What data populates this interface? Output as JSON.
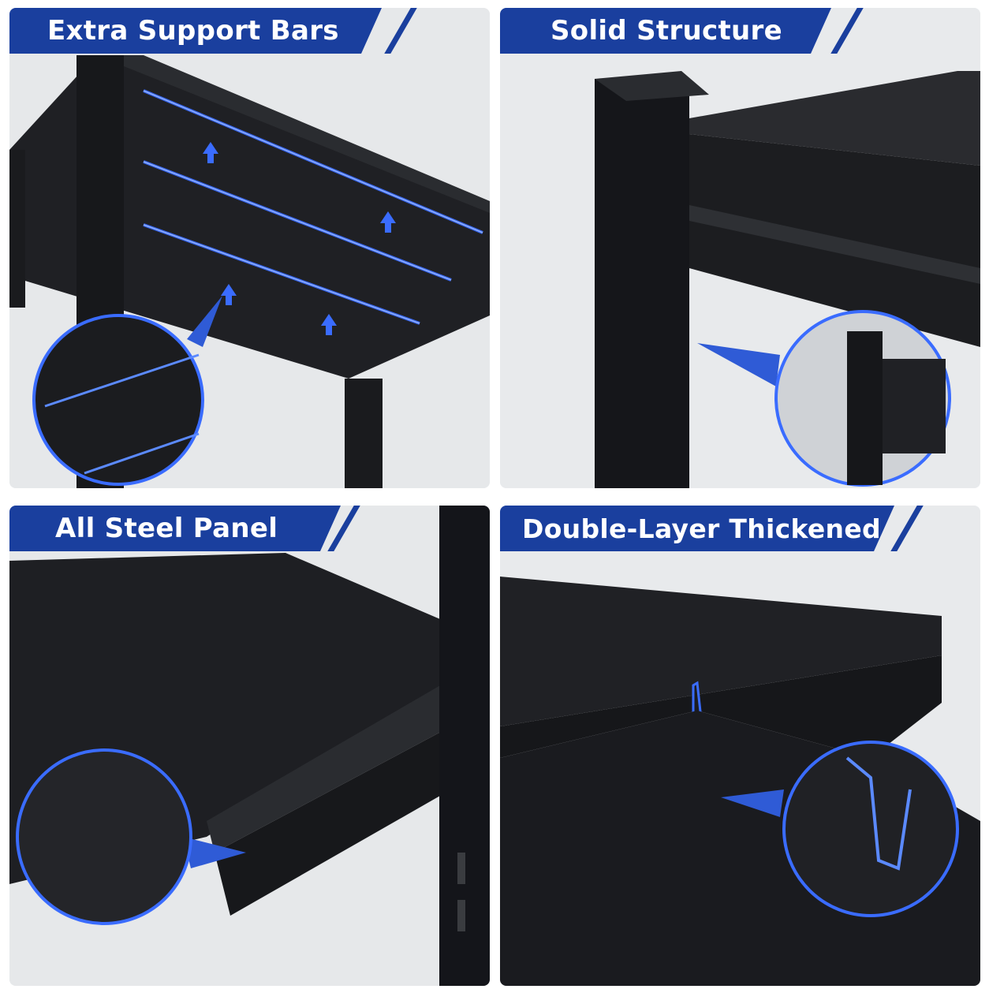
{
  "panels": [
    {
      "id": "extra-support-bars",
      "title": "Extra Support Bars"
    },
    {
      "id": "solid-structure",
      "title": "Solid Structure"
    },
    {
      "id": "all-steel-panel",
      "title": "All Steel Panel"
    },
    {
      "id": "double-layer-thickened",
      "title": "Double-Layer Thickened"
    }
  ],
  "colors": {
    "banner": "#1a3f9e",
    "banner_text": "#ffffff",
    "highlight": "#3a6cff",
    "steel": "#1c1d20",
    "background": "#e9ecef"
  },
  "icons": [
    "up-arrow-icon",
    "magnifier-pointer-icon"
  ]
}
